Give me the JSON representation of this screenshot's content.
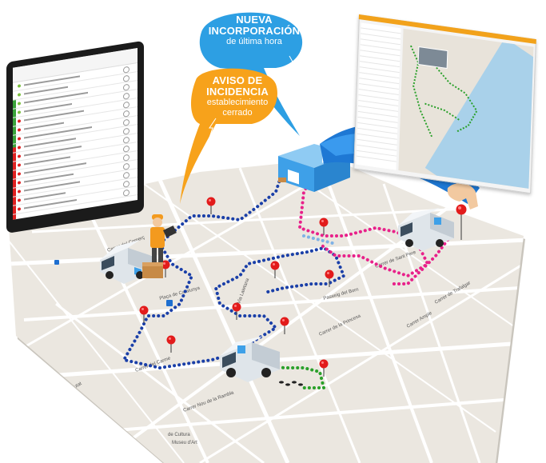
{
  "bubbles": {
    "new_order": {
      "line1": "NUEVA",
      "line2": "INCORPORACIÓN",
      "line3": "de última hora",
      "color": "#2d9fe3"
    },
    "incident": {
      "line1": "AVISO DE",
      "line2": "INCIDENCIA",
      "line3": "establecimiento",
      "line4": "cerrado",
      "color": "#f7a21b"
    }
  },
  "colors": {
    "route_blue": "#1a3fa8",
    "route_pink": "#e8218a",
    "route_green": "#2aa02a",
    "route_lightblue": "#7fb2e6",
    "pin_red": "#e21b1b",
    "map_bg": "#ebe7e0",
    "roads": "#ffffff",
    "depot_blue": "#3ea0e8"
  },
  "map_labels": [
    "Museu d'Art",
    "de Cultura",
    "Museu d'Art",
    "Carrer del Comerç",
    "Carrer de la Princesa",
    "Passeig del Born",
    "Via Laietana",
    "Carrer de Trafalgar",
    "Carrer Ample",
    "Plaça de Catalunya",
    "Carrer del Carme",
    "Carrer Nou de la Rambla",
    "Carrer de Sant Pere",
    "Carrer de la Ciutat"
  ],
  "icons": [
    "delivery-van-icon",
    "map-pin-icon",
    "warehouse-icon",
    "courier-person-icon",
    "hand-icon",
    "metro-icon"
  ]
}
